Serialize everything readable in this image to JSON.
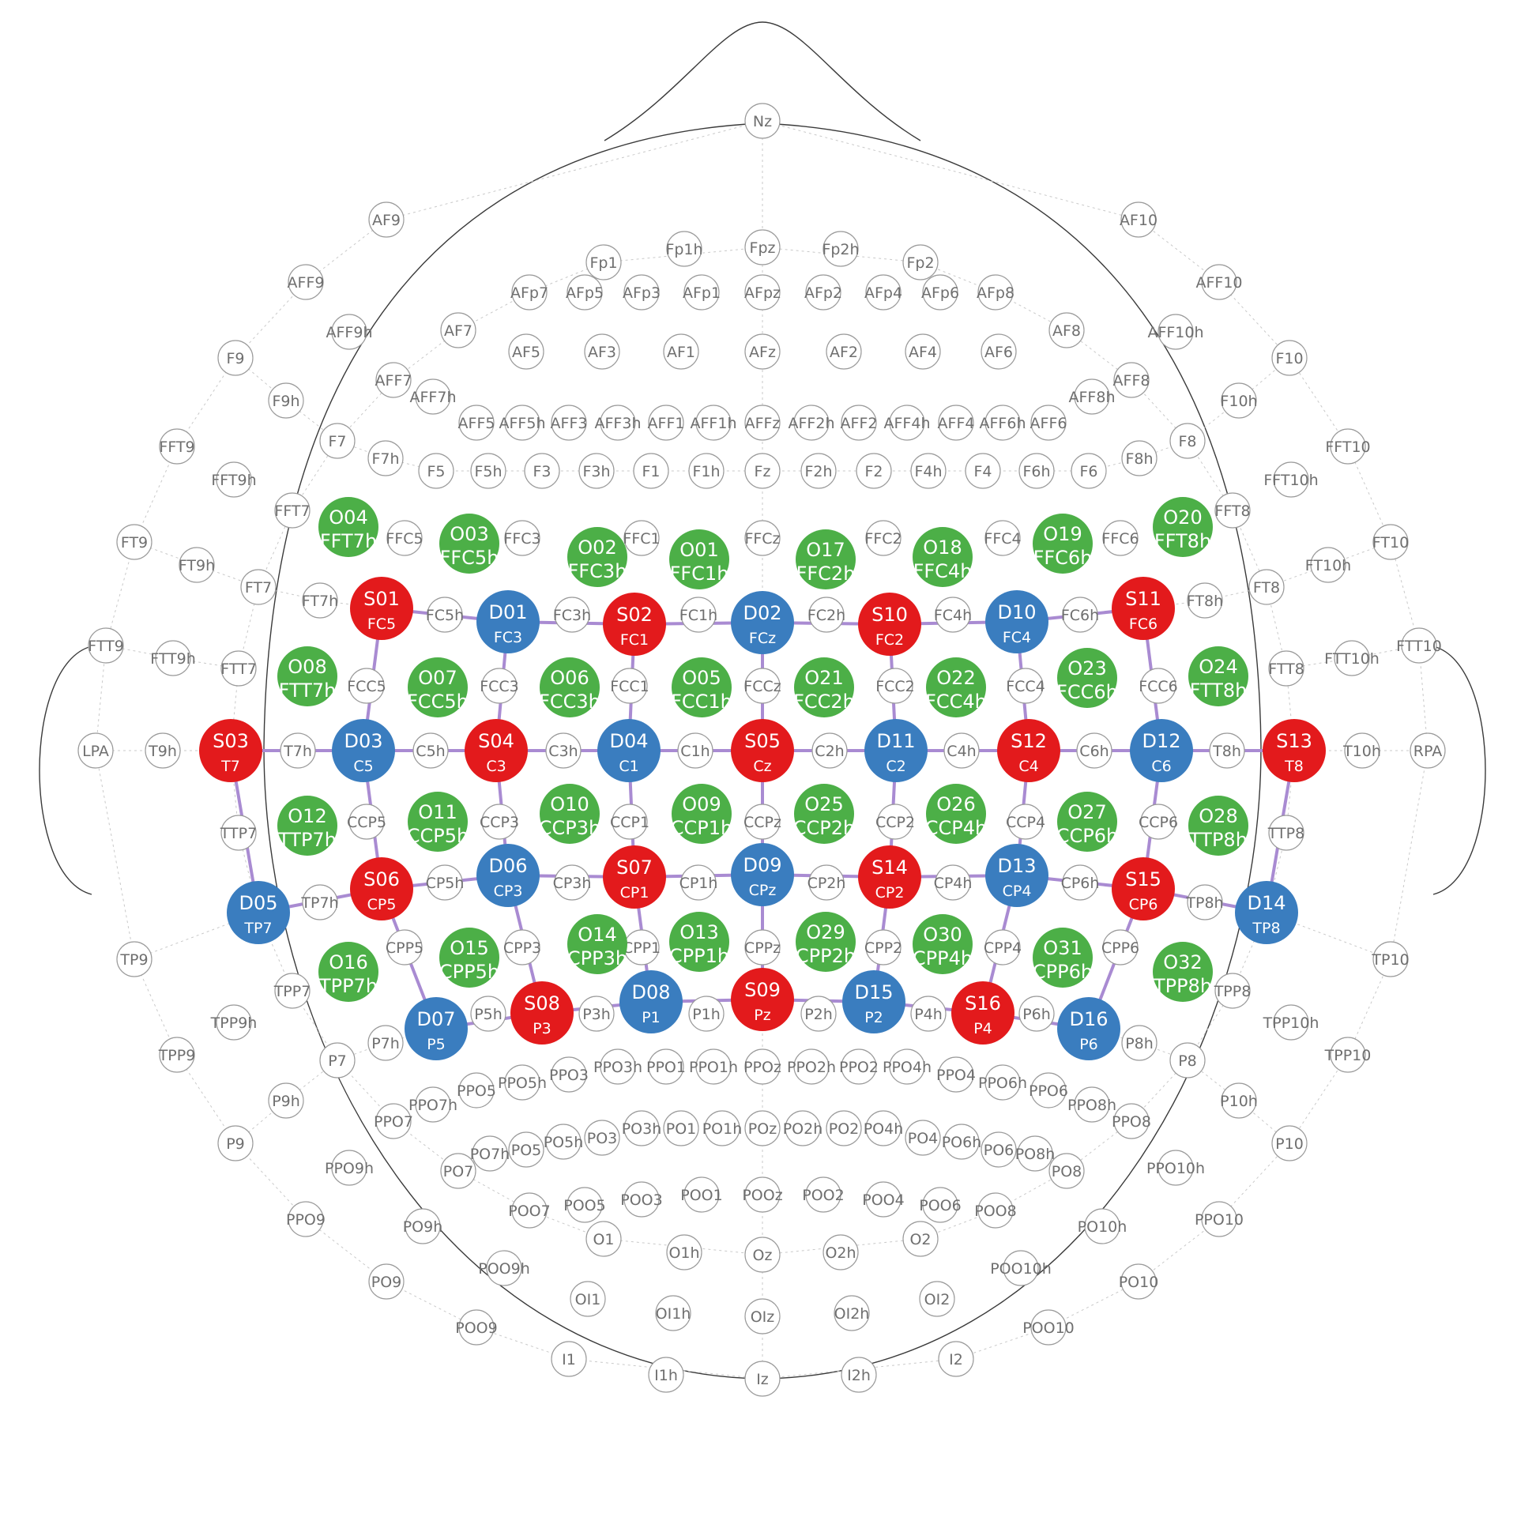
{
  "colors": {
    "source": "#e31a1c",
    "detector": "#3a7dbf",
    "short": "#4caf47",
    "channel": "#a98bd2",
    "position": "#6f6f6f"
  },
  "positions": [
    "Nz",
    "AF9",
    "AF10",
    "Fp1h",
    "Fpz",
    "Fp2h",
    "Fp1",
    "Fp2",
    "AFF9",
    "AFF10",
    "AFp7",
    "AFp5",
    "AFp3",
    "AFp1",
    "AFpz",
    "AFp2",
    "AFp4",
    "AFp6",
    "AFp8",
    "AFF9h",
    "AFF10h",
    "AF7",
    "AF8",
    "F9",
    "F10",
    "AF5",
    "AF3",
    "AF1",
    "AFz",
    "AF2",
    "AF4",
    "AF6",
    "AFF7",
    "AFF8",
    "AFF7h",
    "AFF8h",
    "F9h",
    "F10h",
    "AFF5",
    "AFF5h",
    "AFF3",
    "AFF3h",
    "AFF1",
    "AFF1h",
    "AFFz",
    "AFF2h",
    "AFF2",
    "AFF4h",
    "AFF4",
    "AFF6h",
    "AFF6",
    "F7",
    "F8",
    "FFT9",
    "FFT10",
    "F7h",
    "F8h",
    "F5",
    "F5h",
    "F3",
    "F3h",
    "F1",
    "F1h",
    "Fz",
    "F2h",
    "F2",
    "F4h",
    "F4",
    "F6h",
    "F6",
    "FFT9h",
    "FFT10h",
    "FFT7",
    "FFT8",
    "FFC5",
    "FFC3",
    "FFC1",
    "FFCz",
    "FFC2",
    "FFC4",
    "FFC6",
    "FT9",
    "FT10",
    "FT9h",
    "FT10h",
    "FT7",
    "FT8",
    "FT7h",
    "FT8h",
    "FC5h",
    "FC3h",
    "FC1h",
    "FC2h",
    "FC4h",
    "FC6h",
    "FTT9",
    "FTT10",
    "FTT9h",
    "FTT10h",
    "FTT7",
    "FTT8",
    "FCC5",
    "FCC3",
    "FCC1",
    "FCCz",
    "FCC2",
    "FCC4",
    "FCC6",
    "LPA",
    "RPA",
    "T9h",
    "T10h",
    "T7h",
    "C5h",
    "C3h",
    "C1h",
    "C2h",
    "C4h",
    "C6h",
    "T8h",
    "TTP7",
    "TTP8",
    "CCP5",
    "CCP3",
    "CCP1",
    "CCPz",
    "CCP2",
    "CCP4",
    "CCP6",
    "TP7h",
    "CP5h",
    "CP3h",
    "CP1h",
    "CP2h",
    "CP4h",
    "CP6h",
    "TP8h",
    "TP9",
    "TP10",
    "CPP5",
    "CPP3",
    "CPP1",
    "CPPz",
    "CPP2",
    "CPP4",
    "CPP6",
    "TPP7",
    "TPP8",
    "TPP9h",
    "TPP10h",
    "P5h",
    "P3h",
    "P1h",
    "P2h",
    "P4h",
    "P6h",
    "TPP9",
    "TPP10",
    "P7h",
    "P8h",
    "P7",
    "P8",
    "PPO1",
    "PPO1h",
    "PPOz",
    "PPO2h",
    "PPO2",
    "PPO3h",
    "PPO4h",
    "PPO3",
    "PPO4",
    "PPO5h",
    "PPO6h",
    "PPO5",
    "PPO6",
    "P9h",
    "P10h",
    "PPO7h",
    "PPO8h",
    "PPO7",
    "PPO8",
    "PO1",
    "PO1h",
    "POz",
    "PO2h",
    "PO2",
    "PO3h",
    "PO4h",
    "PO3",
    "PO4",
    "PO5h",
    "PO6h",
    "PO5",
    "PO6",
    "PO7h",
    "PO8h",
    "P9",
    "P10",
    "PPO9h",
    "PPO10h",
    "PO7",
    "PO8",
    "POO1",
    "POOz",
    "POO2",
    "POO3",
    "POO4",
    "POO5",
    "POO6",
    "POO7",
    "POO8",
    "PPO9",
    "PPO10",
    "PO9h",
    "PO10h",
    "O1",
    "O2",
    "O1h",
    "Oz",
    "O2h",
    "POO9h",
    "POO10h",
    "PO9",
    "PO10",
    "OI1",
    "OI2",
    "OI1h",
    "OIz",
    "OI2h",
    "POO9",
    "POO10",
    "I1",
    "I2",
    "I1h",
    "Iz",
    "I2h"
  ],
  "sources": [
    {
      "id": "S01",
      "pos": "FC5"
    },
    {
      "id": "S02",
      "pos": "FC1"
    },
    {
      "id": "S03",
      "pos": "T7"
    },
    {
      "id": "S04",
      "pos": "C3"
    },
    {
      "id": "S05",
      "pos": "Cz"
    },
    {
      "id": "S06",
      "pos": "CP5"
    },
    {
      "id": "S07",
      "pos": "CP1"
    },
    {
      "id": "S08",
      "pos": "P3"
    },
    {
      "id": "S09",
      "pos": "Pz"
    },
    {
      "id": "S10",
      "pos": "FC2"
    },
    {
      "id": "S11",
      "pos": "FC6"
    },
    {
      "id": "S12",
      "pos": "C4"
    },
    {
      "id": "S13",
      "pos": "T8"
    },
    {
      "id": "S14",
      "pos": "CP2"
    },
    {
      "id": "S15",
      "pos": "CP6"
    },
    {
      "id": "S16",
      "pos": "P4"
    }
  ],
  "detectors": [
    {
      "id": "D01",
      "pos": "FC3"
    },
    {
      "id": "D02",
      "pos": "FCz"
    },
    {
      "id": "D03",
      "pos": "C5"
    },
    {
      "id": "D04",
      "pos": "C1"
    },
    {
      "id": "D05",
      "pos": "TP7"
    },
    {
      "id": "D06",
      "pos": "CP3"
    },
    {
      "id": "D07",
      "pos": "P5"
    },
    {
      "id": "D08",
      "pos": "P1"
    },
    {
      "id": "D09",
      "pos": "CPz"
    },
    {
      "id": "D10",
      "pos": "FC4"
    },
    {
      "id": "D11",
      "pos": "C2"
    },
    {
      "id": "D12",
      "pos": "C6"
    },
    {
      "id": "D13",
      "pos": "CP4"
    },
    {
      "id": "D14",
      "pos": "TP8"
    },
    {
      "id": "D15",
      "pos": "P2"
    },
    {
      "id": "D16",
      "pos": "P6"
    }
  ],
  "short_channels": [
    {
      "id": "O01",
      "pos": "FFC1h"
    },
    {
      "id": "O02",
      "pos": "FFC3h"
    },
    {
      "id": "O03",
      "pos": "FFC5h"
    },
    {
      "id": "O04",
      "pos": "FFT7h"
    },
    {
      "id": "O05",
      "pos": "FCC1h"
    },
    {
      "id": "O06",
      "pos": "FCC3h"
    },
    {
      "id": "O07",
      "pos": "FCC5h"
    },
    {
      "id": "O08",
      "pos": "FTT7h"
    },
    {
      "id": "O09",
      "pos": "CCP1h"
    },
    {
      "id": "O10",
      "pos": "CCP3h"
    },
    {
      "id": "O11",
      "pos": "CCP5h"
    },
    {
      "id": "O12",
      "pos": "TTP7h"
    },
    {
      "id": "O13",
      "pos": "CPP1h"
    },
    {
      "id": "O14",
      "pos": "CPP3h"
    },
    {
      "id": "O15",
      "pos": "CPP5h"
    },
    {
      "id": "O16",
      "pos": "TPP7h"
    },
    {
      "id": "O17",
      "pos": "FFC2h"
    },
    {
      "id": "O18",
      "pos": "FFC4h"
    },
    {
      "id": "O19",
      "pos": "FFC6h"
    },
    {
      "id": "O20",
      "pos": "FFT8h"
    },
    {
      "id": "O21",
      "pos": "FCC2h"
    },
    {
      "id": "O22",
      "pos": "FCC4h"
    },
    {
      "id": "O23",
      "pos": "FCC6h"
    },
    {
      "id": "O24",
      "pos": "FTT8h"
    },
    {
      "id": "O25",
      "pos": "CCP2h"
    },
    {
      "id": "O26",
      "pos": "CCP4h"
    },
    {
      "id": "O27",
      "pos": "CCP6h"
    },
    {
      "id": "O28",
      "pos": "TTP8h"
    },
    {
      "id": "O29",
      "pos": "CPP2h"
    },
    {
      "id": "O30",
      "pos": "CPP4h"
    },
    {
      "id": "O31",
      "pos": "CPP6h"
    },
    {
      "id": "O32",
      "pos": "TPP8h"
    }
  ],
  "channels": [
    [
      "S01",
      "D01"
    ],
    [
      "S01",
      "D03"
    ],
    [
      "S02",
      "D01"
    ],
    [
      "S02",
      "D02"
    ],
    [
      "S02",
      "D04"
    ],
    [
      "S03",
      "D03"
    ],
    [
      "S03",
      "D05"
    ],
    [
      "S04",
      "D01"
    ],
    [
      "S04",
      "D03"
    ],
    [
      "S04",
      "D04"
    ],
    [
      "S04",
      "D06"
    ],
    [
      "S05",
      "D02"
    ],
    [
      "S05",
      "D04"
    ],
    [
      "S05",
      "D09"
    ],
    [
      "S05",
      "D11"
    ],
    [
      "S06",
      "D03"
    ],
    [
      "S06",
      "D05"
    ],
    [
      "S06",
      "D06"
    ],
    [
      "S06",
      "D07"
    ],
    [
      "S07",
      "D04"
    ],
    [
      "S07",
      "D06"
    ],
    [
      "S07",
      "D08"
    ],
    [
      "S07",
      "D09"
    ],
    [
      "S08",
      "D06"
    ],
    [
      "S08",
      "D07"
    ],
    [
      "S08",
      "D08"
    ],
    [
      "S09",
      "D08"
    ],
    [
      "S09",
      "D09"
    ],
    [
      "S09",
      "D15"
    ],
    [
      "S10",
      "D02"
    ],
    [
      "S10",
      "D10"
    ],
    [
      "S10",
      "D11"
    ],
    [
      "S11",
      "D10"
    ],
    [
      "S11",
      "D12"
    ],
    [
      "S12",
      "D10"
    ],
    [
      "S12",
      "D11"
    ],
    [
      "S12",
      "D12"
    ],
    [
      "S12",
      "D13"
    ],
    [
      "S13",
      "D12"
    ],
    [
      "S13",
      "D14"
    ],
    [
      "S14",
      "D09"
    ],
    [
      "S14",
      "D11"
    ],
    [
      "S14",
      "D13"
    ],
    [
      "S14",
      "D15"
    ],
    [
      "S15",
      "D12"
    ],
    [
      "S15",
      "D13"
    ],
    [
      "S15",
      "D14"
    ],
    [
      "S15",
      "D16"
    ],
    [
      "S16",
      "D13"
    ],
    [
      "S16",
      "D15"
    ],
    [
      "S16",
      "D16"
    ]
  ]
}
